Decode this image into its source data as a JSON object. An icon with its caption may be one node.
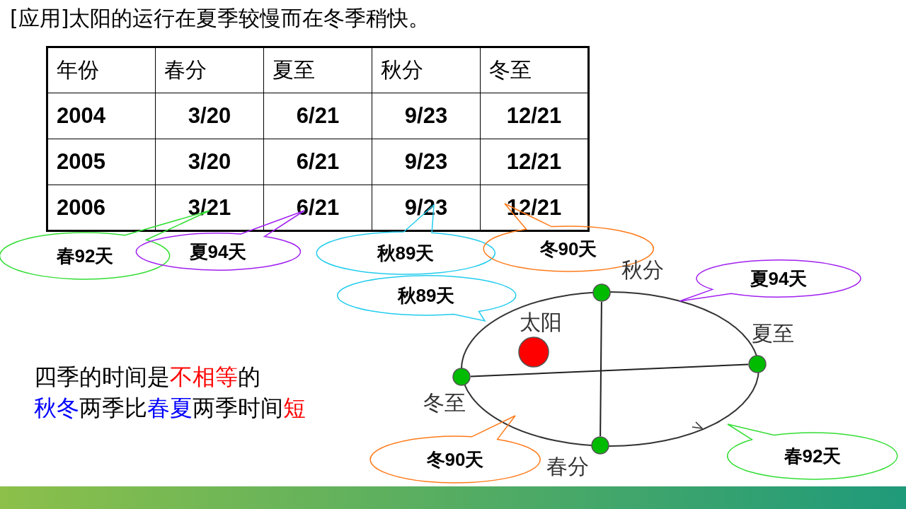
{
  "diagram": {
    "title": "[应用]太阳的运行在夏季较慢而在冬季稍快。",
    "nodes": [
      {
        "text": [
          "春92天"
        ]
      },
      {
        "text": [
          "夏94天"
        ]
      },
      {
        "text": [
          "秋89天"
        ]
      },
      {
        "text": [
          "冬90天"
        ]
      },
      {
        "text": [
          "夏94天"
        ]
      },
      {
        "text": [
          "秋89天"
        ]
      },
      {
        "text": [],
        "shape": "circle",
        "beside": [
          "秋分"
        ]
      },
      {
        "text": [],
        "shape": "circle",
        "beside": [
          "夏至"
        ]
      },
      {
        "text": [],
        "shape": "circle",
        "beside": [
          "太阳"
        ]
      },
      {
        "text": [],
        "shape": "circle",
        "beside": [
          "冬至"
        ]
      },
      {
        "text": [
          "冬90天"
        ]
      },
      {
        "text": [],
        "shape": "circle",
        "beside": [
          "春分"
        ]
      },
      {
        "text": [
          "春92天"
        ]
      }
    ],
    "edges": [
      {
        "from": 9,
        "to": 7,
        "arrow": "none"
      },
      {
        "from": 6,
        "to": 11,
        "arrow": "none"
      }
    ],
    "labels": [
      "年份",
      "春分",
      "夏至",
      "秋分",
      "冬至",
      "2004",
      "3/20",
      "6/21",
      "9/23",
      "12/21",
      "2005",
      "3/20",
      "6/21",
      "9/23",
      "12/21",
      "2006",
      "3/21",
      "6/21",
      "9/23",
      "12/21",
      "四季的时间是",
      "不相等",
      "的",
      "秋冬",
      "两季比",
      "春夏",
      "两季时间",
      "短"
    ]
  }
}
